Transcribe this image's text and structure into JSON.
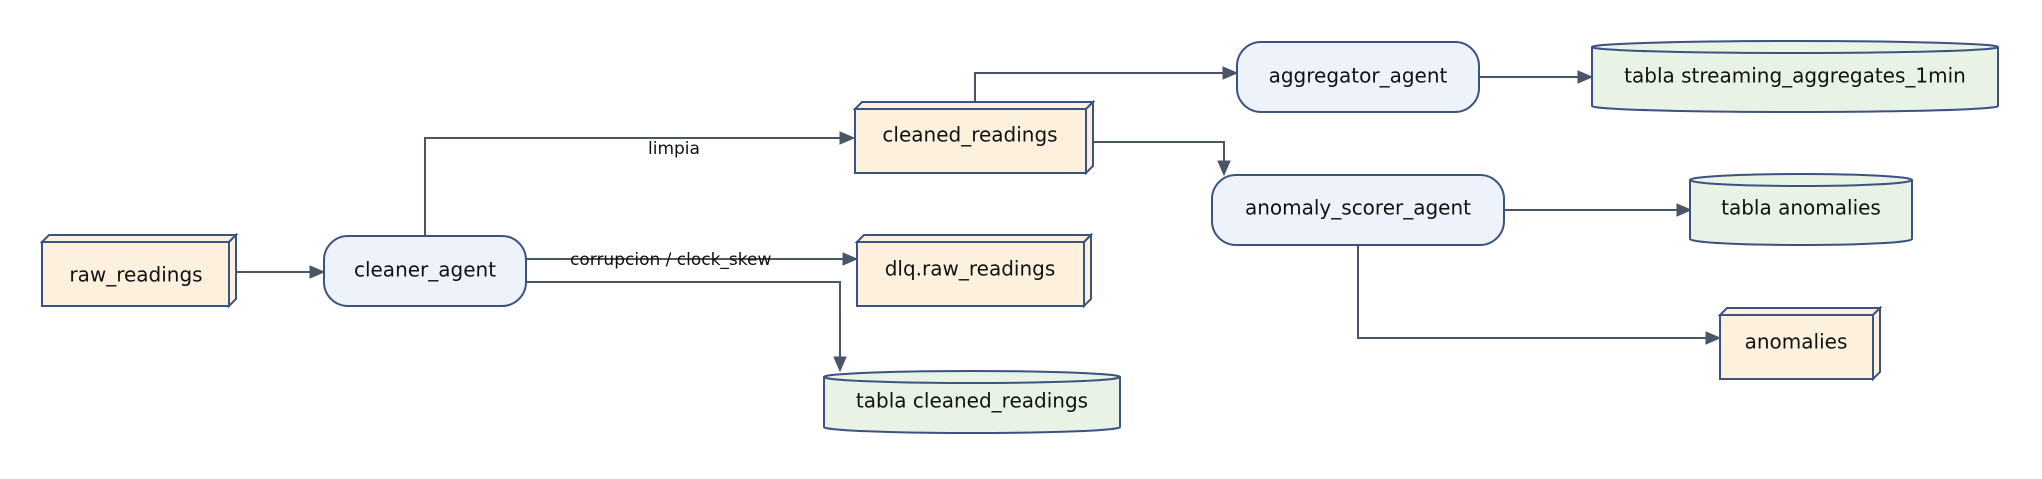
{
  "colors": {
    "topic_fill": "#fdf0dd",
    "agent_fill": "#eef3fb",
    "table_fill": "#e8f3e6",
    "border": "#3b5283",
    "edge": "#4a5568"
  },
  "nodes": {
    "raw_readings": {
      "label": "raw_readings",
      "kind": "topic"
    },
    "cleaner_agent": {
      "label": "cleaner_agent",
      "kind": "agent"
    },
    "cleaned_readings": {
      "label": "cleaned_readings",
      "kind": "topic"
    },
    "dlq_raw_readings": {
      "label": "dlq.raw_readings",
      "kind": "topic"
    },
    "tabla_cleaned_readings": {
      "label": "tabla cleaned_readings",
      "kind": "table"
    },
    "aggregator_agent": {
      "label": "aggregator_agent",
      "kind": "agent"
    },
    "anomaly_scorer_agent": {
      "label": "anomaly_scorer_agent",
      "kind": "agent"
    },
    "tabla_streaming_aggregates": {
      "label": "tabla streaming_aggregates_1min",
      "kind": "table"
    },
    "tabla_anomalies": {
      "label": "tabla anomalies",
      "kind": "table"
    },
    "anomalies": {
      "label": "anomalies",
      "kind": "topic"
    }
  },
  "edges": [
    {
      "from": "raw_readings",
      "to": "cleaner_agent",
      "label": ""
    },
    {
      "from": "cleaner_agent",
      "to": "cleaned_readings",
      "label": "limpia"
    },
    {
      "from": "cleaner_agent",
      "to": "dlq_raw_readings",
      "label": "corrupcion / clock_skew"
    },
    {
      "from": "cleaner_agent",
      "to": "tabla_cleaned_readings",
      "label": ""
    },
    {
      "from": "cleaned_readings",
      "to": "aggregator_agent",
      "label": ""
    },
    {
      "from": "cleaned_readings",
      "to": "anomaly_scorer_agent",
      "label": ""
    },
    {
      "from": "aggregator_agent",
      "to": "tabla_streaming_aggregates",
      "label": ""
    },
    {
      "from": "anomaly_scorer_agent",
      "to": "tabla_anomalies",
      "label": ""
    },
    {
      "from": "anomaly_scorer_agent",
      "to": "anomalies",
      "label": ""
    }
  ]
}
